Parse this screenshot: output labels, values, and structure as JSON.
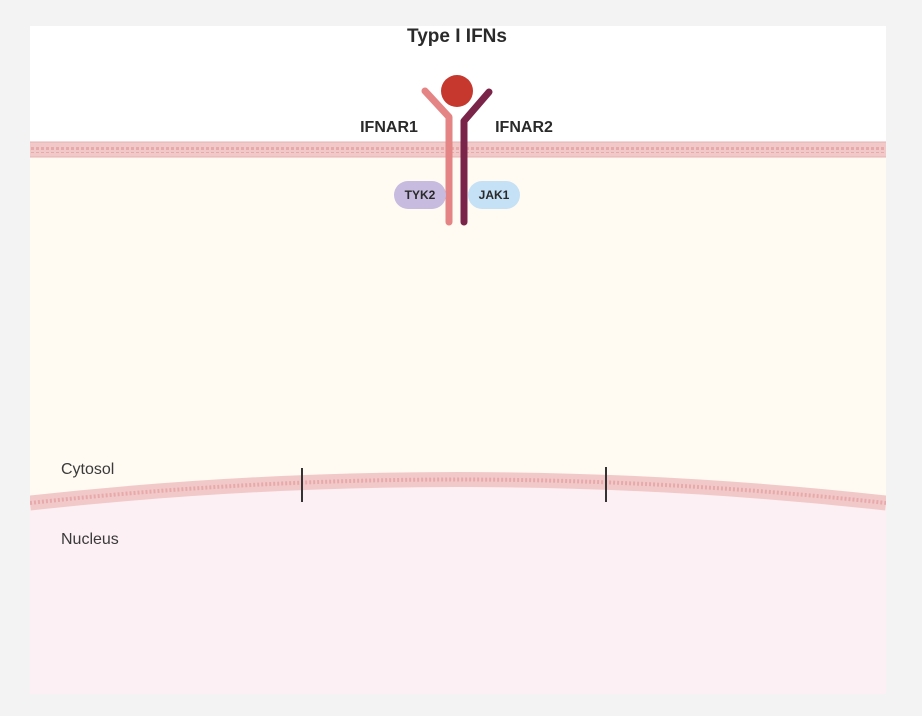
{
  "title": "Type I IFNs",
  "receptors": {
    "left": "IFNAR1",
    "right": "IFNAR2"
  },
  "kinases": {
    "left": "TYK2",
    "right": "JAK1"
  },
  "compartments": {
    "cytosol": "Cytosol",
    "nucleus": "Nucleus"
  },
  "colors": {
    "extracellular": "#ffffff",
    "cytosol": "#fffbf2",
    "nucleus": "#fcf0f5",
    "membrane": "#f2c9c9",
    "membrane_dots": "#e8a9aa",
    "ligand": "#c6372e",
    "ifnar1": "#e58484",
    "ifnar2": "#7a2449",
    "tyk2": "#c7bbdf",
    "jak1": "#c4e1f6",
    "pore": "#333333"
  }
}
